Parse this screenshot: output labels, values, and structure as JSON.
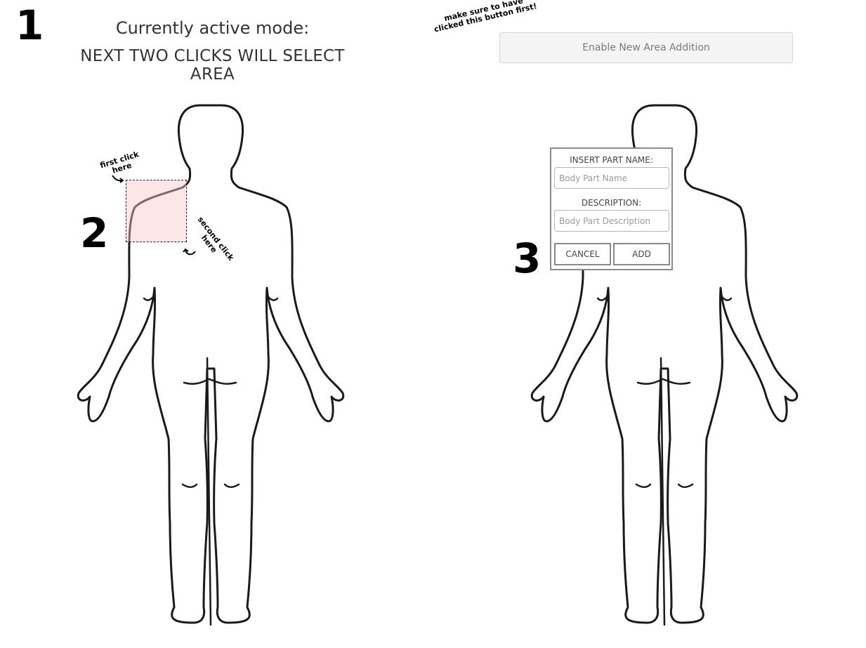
{
  "steps": {
    "one": "1",
    "two": "2",
    "three": "3"
  },
  "mode": {
    "label": "Currently active mode:",
    "value": "NEXT TWO CLICKS WILL SELECT AREA"
  },
  "note": "make sure to have clicked this button first!",
  "enable_button": {
    "label": "Enable New Area Addition"
  },
  "hints": {
    "first_click": "first click here",
    "second_click": "second click here"
  },
  "popup": {
    "name_label": "INSERT PART NAME:",
    "name_placeholder": "Body Part Name",
    "description_label": "DESCRIPTION:",
    "description_placeholder": "Body Part Description",
    "cancel_label": "CANCEL",
    "add_label": "ADD"
  },
  "colors": {
    "selection_fill": "#fbdde1",
    "button_bg": "#f4f4f4"
  }
}
